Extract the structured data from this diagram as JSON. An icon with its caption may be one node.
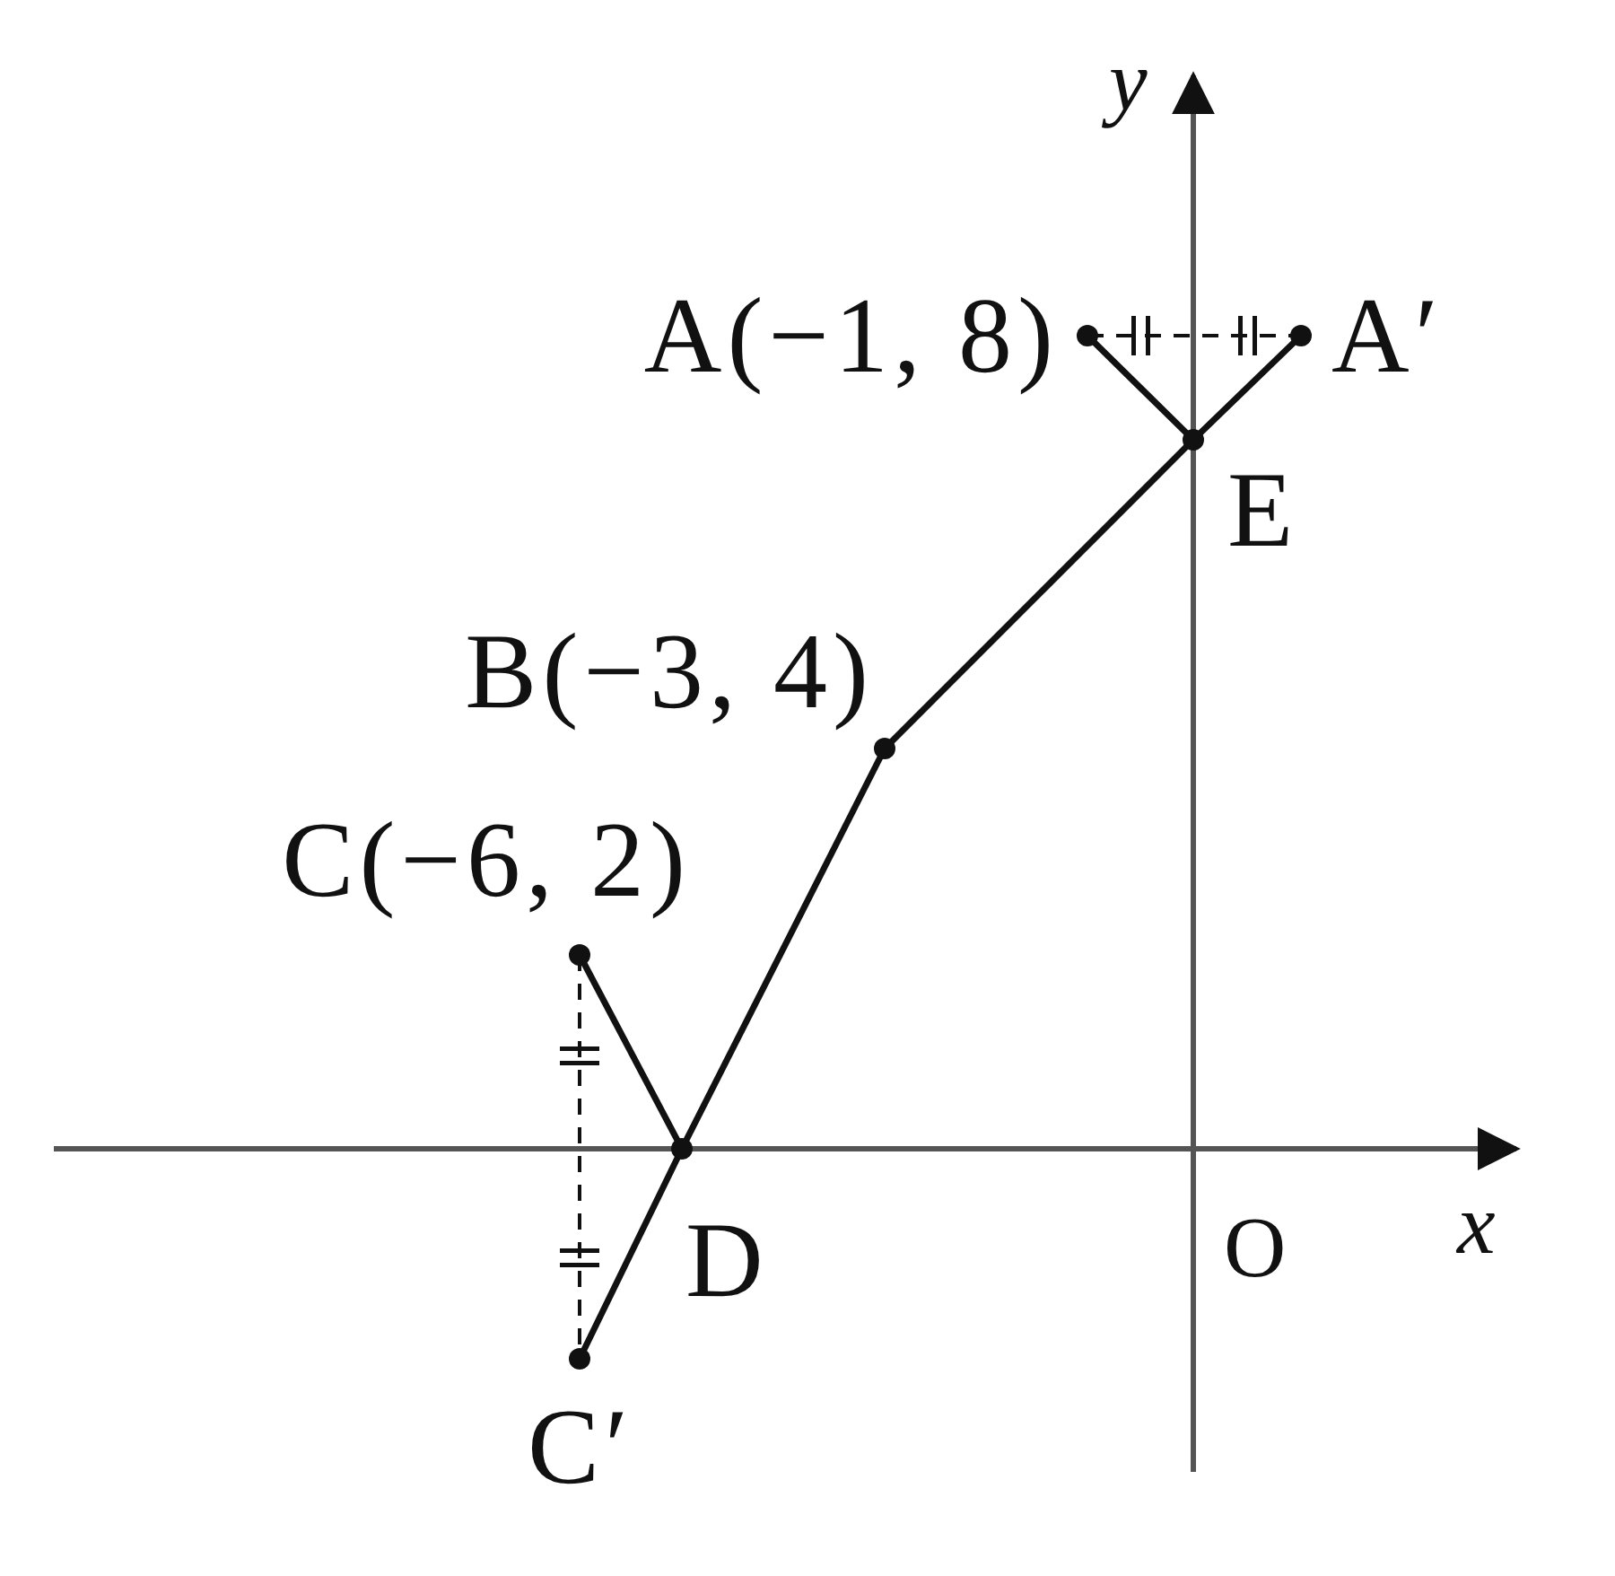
{
  "diagram": {
    "nodes": [
      {
        "text": [
          "A(−1, 8)"
        ]
      },
      {
        "text": [
          "A′"
        ]
      },
      {
        "text": [
          "E"
        ]
      },
      {
        "text": [
          "B(−3, 4)"
        ]
      },
      {
        "text": [
          "C(−6, 2)"
        ]
      },
      {
        "text": [
          "D"
        ]
      },
      {
        "text": [
          "C′"
        ]
      }
    ],
    "edges": [
      {
        "from": 0,
        "to": 2,
        "arrow": "none"
      },
      {
        "from": 1,
        "to": 2,
        "arrow": "none"
      },
      {
        "from": 2,
        "to": 3,
        "arrow": "none"
      },
      {
        "from": 3,
        "to": 5,
        "arrow": "none"
      },
      {
        "from": 4,
        "to": 5,
        "arrow": "none"
      },
      {
        "from": 5,
        "to": 6,
        "arrow": "none"
      },
      {
        "from": 0,
        "to": 1,
        "arrow": "none",
        "style": "dashed"
      },
      {
        "from": 4,
        "to": 6,
        "arrow": "none",
        "style": "dashed"
      }
    ],
    "labels": [
      "y",
      "x",
      "O"
    ]
  }
}
